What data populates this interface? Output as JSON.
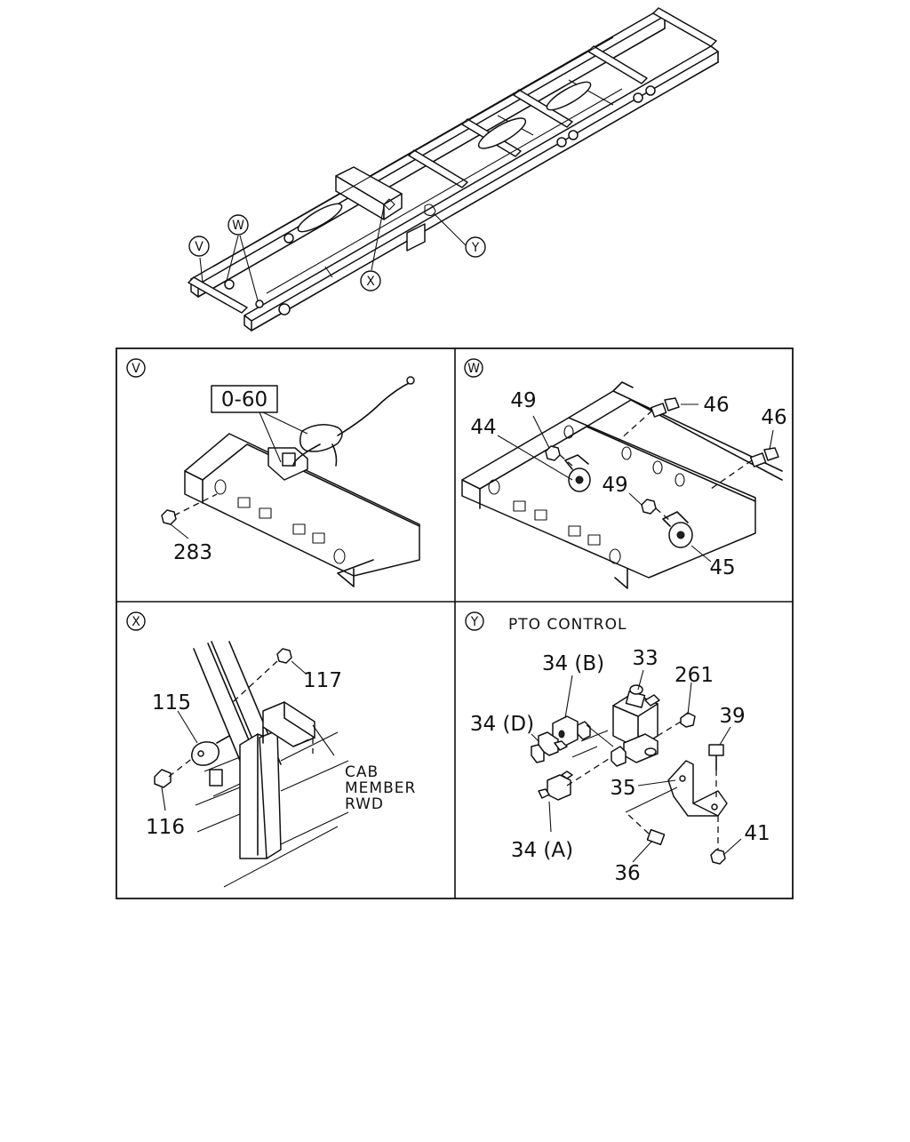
{
  "overview": {
    "callouts": {
      "V": "V",
      "W": "W",
      "X": "X",
      "Y": "Y"
    }
  },
  "panels": {
    "V": {
      "badge": "V",
      "ref_box": "0-60",
      "labels": {
        "p283": "283"
      }
    },
    "W": {
      "badge": "W",
      "labels": {
        "p49a": "49",
        "p44": "44",
        "p46a": "46",
        "p46b": "46",
        "p49b": "49",
        "p45": "45"
      }
    },
    "X": {
      "badge": "X",
      "labels": {
        "p117": "117",
        "p115": "115",
        "p116": "116"
      },
      "note": {
        "line1": "CAB",
        "line2": "MEMBER",
        "line3": "RWD"
      }
    },
    "Y": {
      "badge": "Y",
      "title": "PTO CONTROL",
      "labels": {
        "p34b": "34 (B)",
        "p33": "33",
        "p261": "261",
        "p39": "39",
        "p34d": "34 (D)",
        "p35": "35",
        "p41": "41",
        "p34a": "34 (A)",
        "p36": "36"
      }
    }
  }
}
